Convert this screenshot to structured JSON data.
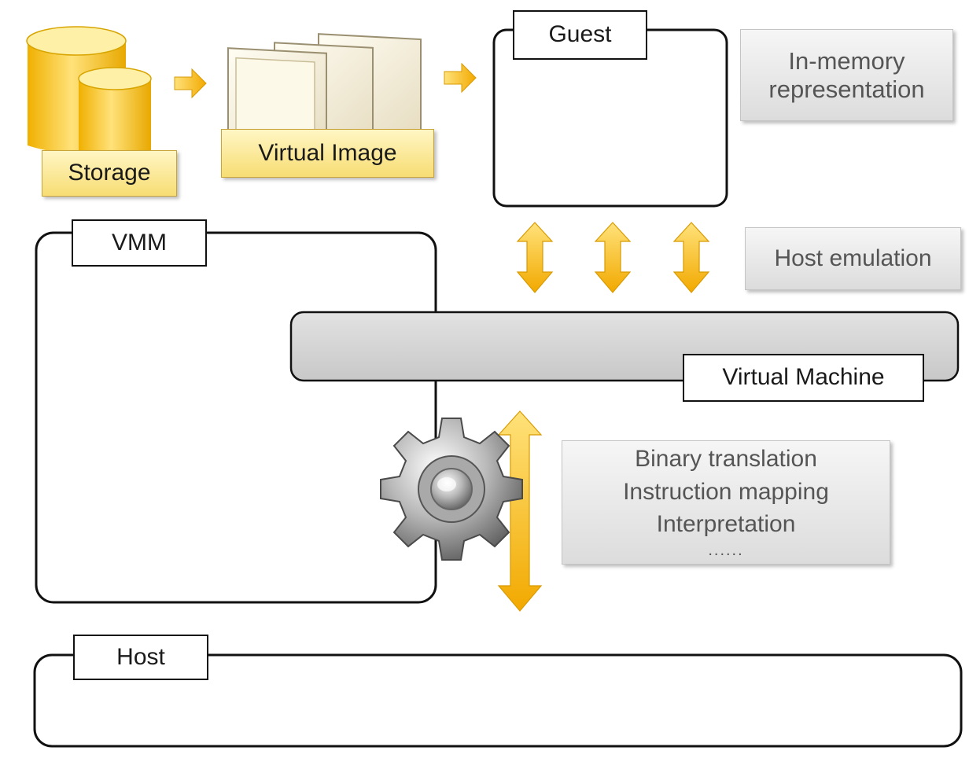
{
  "labels": {
    "storage": "Storage",
    "virtual_image": "Virtual Image",
    "guest": "Guest",
    "in_memory": [
      "In-memory",
      "representation"
    ],
    "vmm": "VMM",
    "host_emulation": "Host emulation",
    "virtual_machine": "Virtual Machine",
    "translation_methods": [
      "Binary translation",
      "Instruction mapping",
      "Interpretation",
      "......"
    ],
    "host": "Host"
  },
  "icons": [
    "storage-cylinders-icon",
    "virtual-image-stack-icon",
    "flow-arrow-icon",
    "bidirectional-arrow-icon",
    "gear-icon"
  ],
  "colors": {
    "accent_yellow": "#f2b400",
    "label_yellow": "#f7dd73",
    "label_gray": "#dcdcdc",
    "vm_bar": "#d6d6d6",
    "outline": "#111111"
  }
}
